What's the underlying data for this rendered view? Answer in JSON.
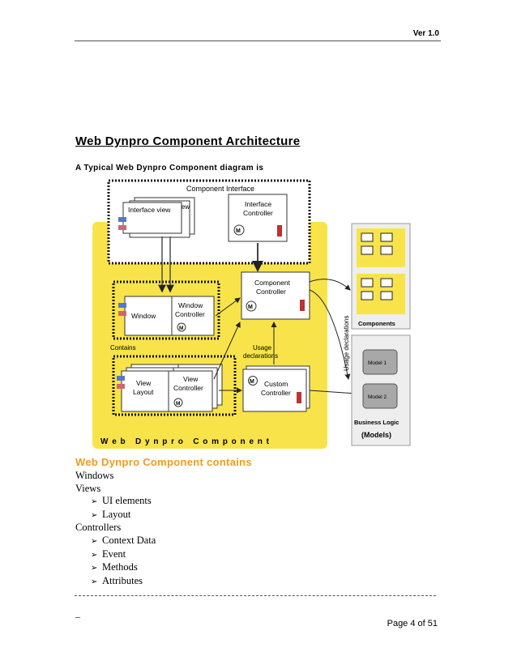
{
  "header": {
    "version": "Ver 1.0"
  },
  "heading": "Web Dynpro Component Architecture",
  "intro": "A Typical Web Dynpro Component diagram is",
  "diagram": {
    "component_interface": "Component Interface",
    "interface_view": "Interface view",
    "interface_view_back": "iew",
    "interface_controller_1": "Interface",
    "interface_controller_2": "Controller",
    "component_controller_1": "Component",
    "component_controller_2": "Controller",
    "window": "Window",
    "window_controller_1": "Window",
    "window_controller_2": "Controller",
    "contains": "Contains",
    "usage_1": "Usage",
    "usage_2": "declarations",
    "view_layout_1": "View",
    "view_layout_2": "Layout",
    "view_controller_1": "View",
    "view_controller_2": "Controller",
    "custom_controller_1": "Custom",
    "custom_controller_2": "Controller",
    "m_marker": "M",
    "usage_declarations_vertical": "Usage declarations",
    "components": "Components",
    "model_1": "Model 1",
    "model_2": "Model 2",
    "business_logic": "Business Logic",
    "models": "(Models)",
    "web_dynpro_component": "W e b   D y n p r o   C o m p o n e n t",
    "colors": {
      "yellow": "#f8e44a",
      "grey_panel": "#eeeeee",
      "dotted": "#111111"
    }
  },
  "section_title": "Web Dynpro Component contains",
  "items": {
    "windows": "Windows",
    "views": "Views",
    "ui_elements": "UI elements",
    "layout": "Layout",
    "controllers": "Controllers",
    "context_data": "Context Data",
    "event": "Event",
    "methods": "Methods",
    "attributes": "Attributes"
  },
  "footer": {
    "underscore": "_",
    "page": "Page 4 of 51"
  }
}
